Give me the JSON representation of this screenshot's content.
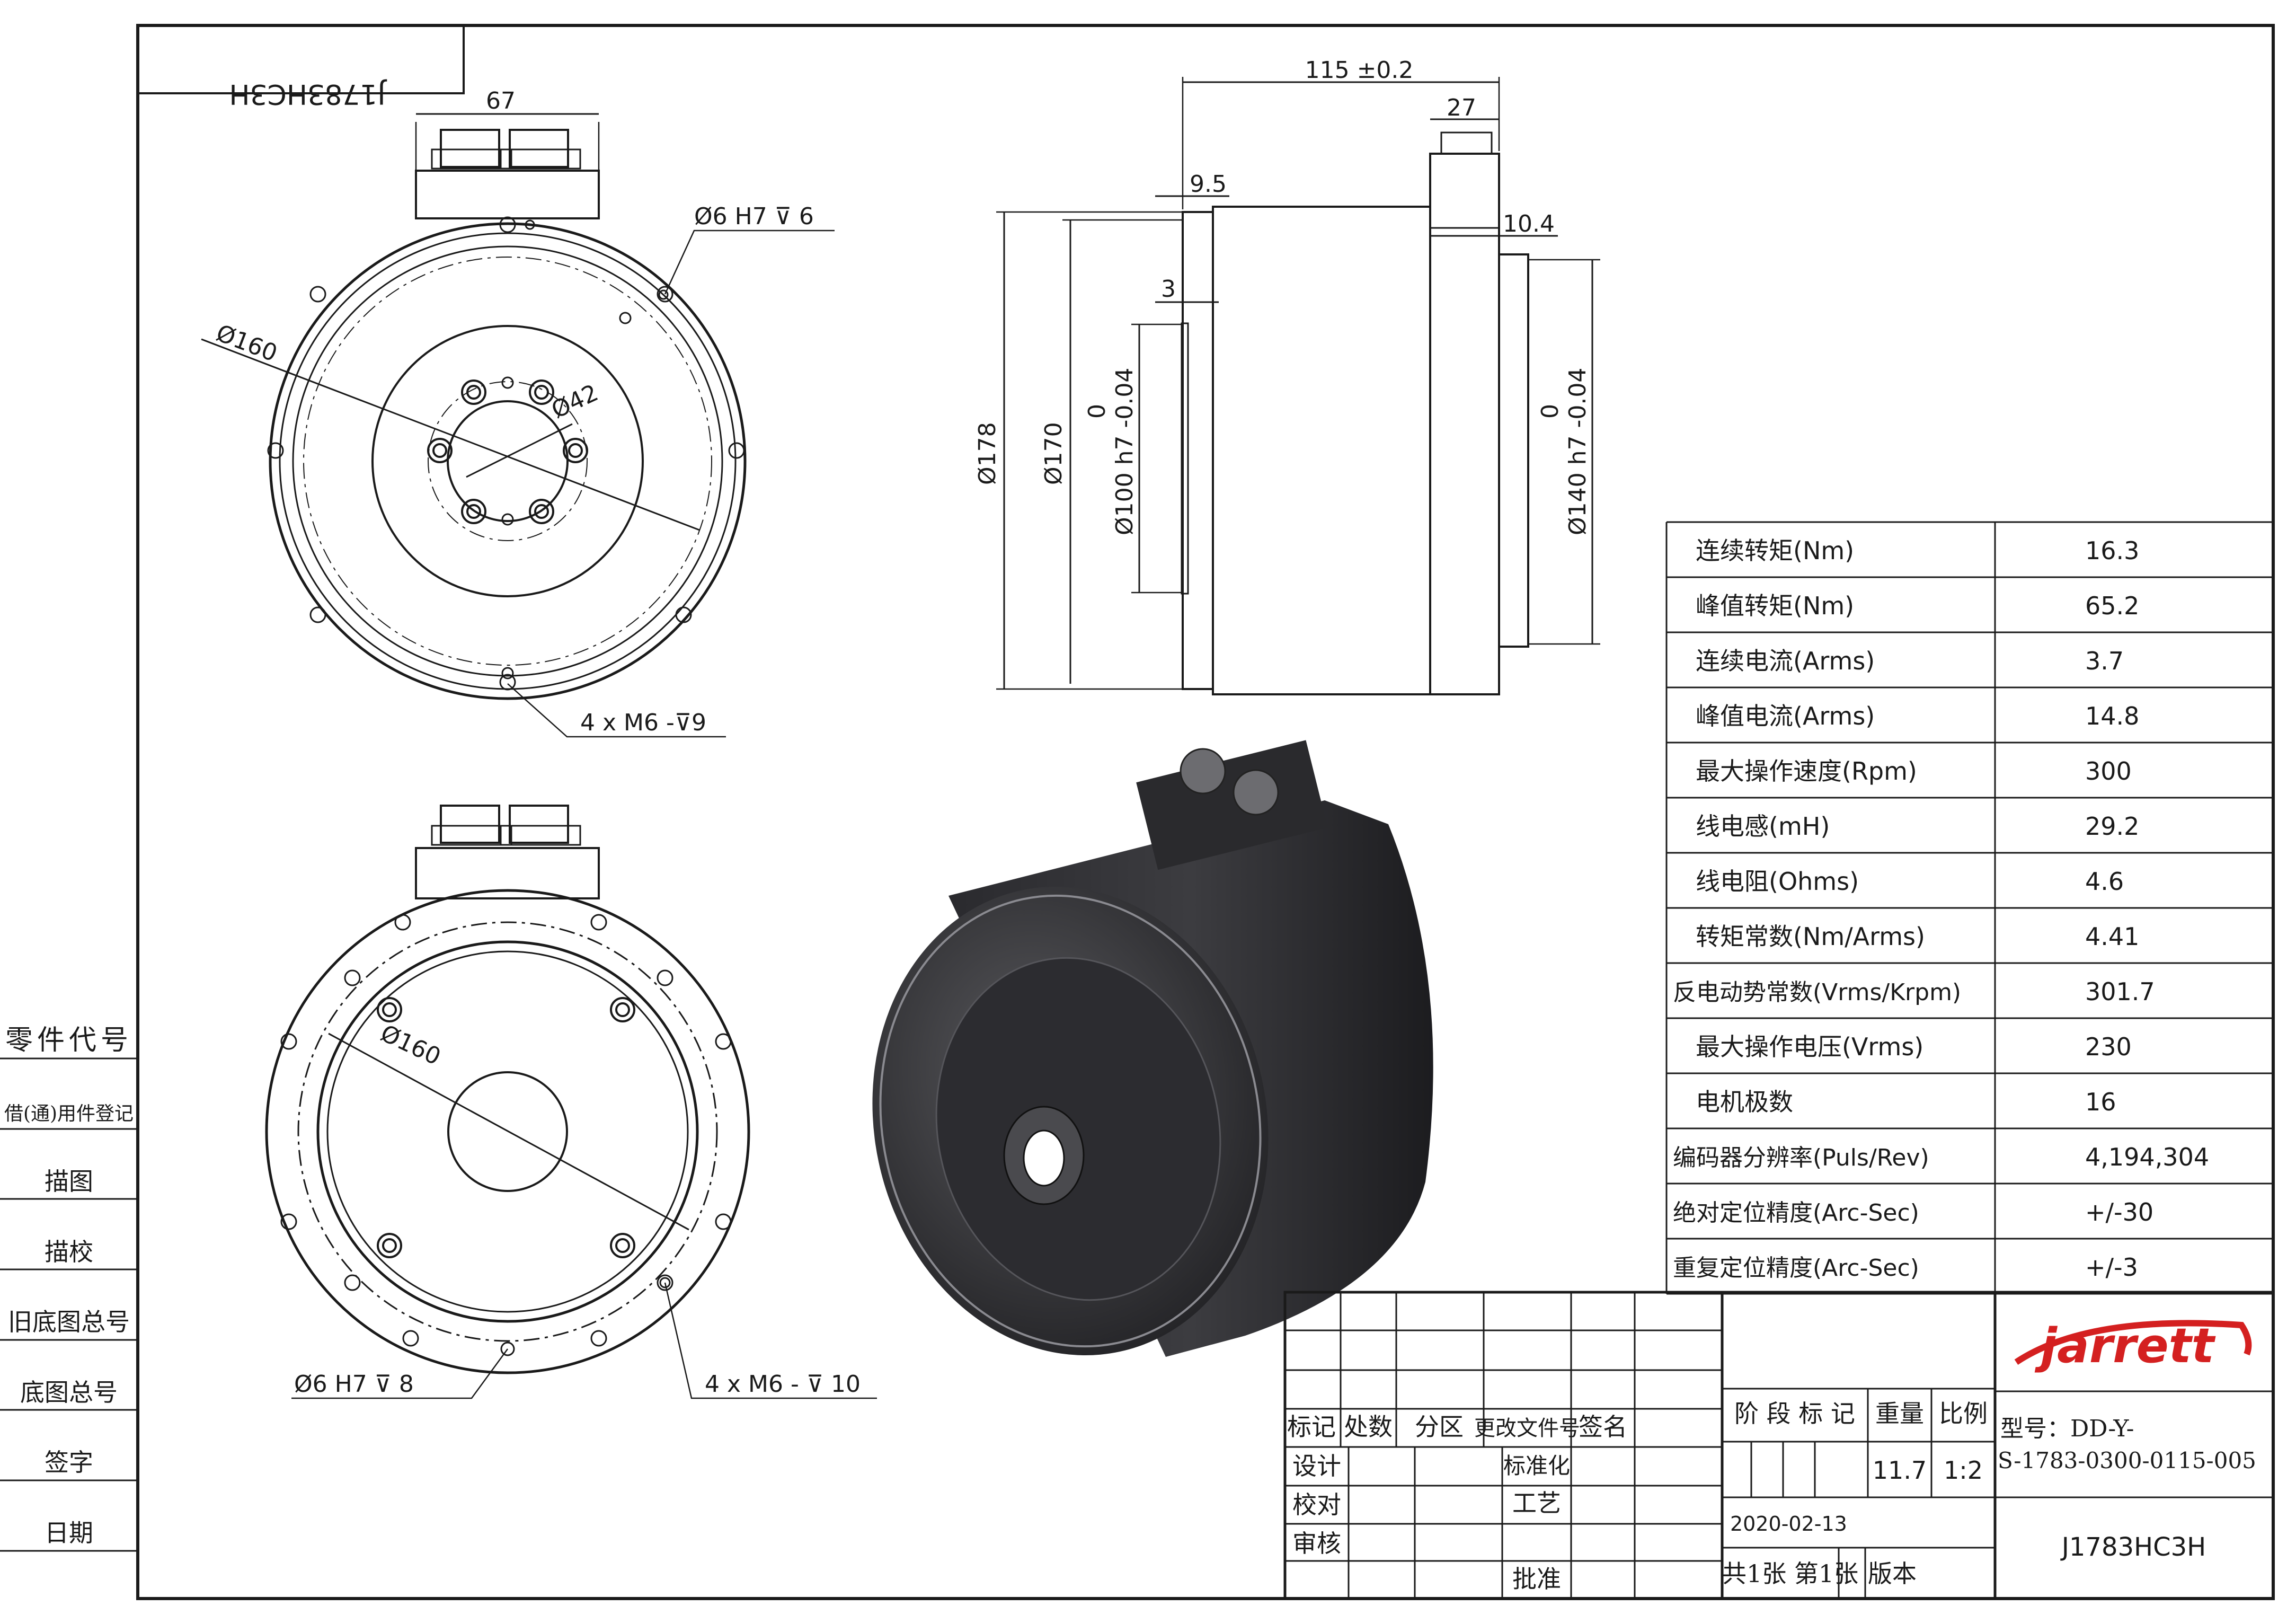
{
  "sheet": {
    "mirrored_label": "J1783HC3H",
    "drawing_number": "J1783HC3H",
    "model_label": "型号：DD-Y-",
    "model_value": "S-1783-0300-0115-005",
    "date": "2020-02-13",
    "weight": "11.7",
    "scale": "1:2",
    "sheets": "共1张 第1张",
    "version": "版本",
    "stage_mark": "阶 段 标 记",
    "weight_label": "重量",
    "scale_label": "比例",
    "logo_text": "jarrett",
    "brand_color": "#d42020"
  },
  "left_strip": [
    "零件代号",
    "借(通)用件登记",
    "描图",
    "描校",
    "旧底图总号",
    "底图总号",
    "签字",
    "日期"
  ],
  "revision_block": {
    "headers": [
      "标记",
      "处数",
      "分区",
      "更改文件号",
      "签名"
    ],
    "rows": [
      "设计",
      "校对",
      "审核"
    ],
    "right_labels": [
      "标准化",
      "工艺",
      "批准"
    ]
  },
  "dimensions": {
    "front_top": [
      "67",
      "Ø160",
      "Ø42",
      "Ø6  H7 ⊽ 6",
      "4 x  M6 -⊽9"
    ],
    "front_bottom": [
      "Ø160",
      "Ø6  H7  ⊽ 8",
      "4 x  M6 - ⊽ 10"
    ],
    "side": {
      "overall_length": "115 ±0.2",
      "connector_width": "27",
      "flange_thickness": "9.5",
      "step": "3",
      "rear_step": "10.4",
      "dia_178": "Ø178",
      "dia_170": "Ø170",
      "dia_100_tol_top": "0",
      "dia_100": "Ø100 h7 -0.04",
      "dia_140_tol_top": "0",
      "dia_140": "Ø140 h7 -0.04"
    }
  },
  "spec_table": {
    "rows": [
      {
        "label": "连续转矩(Nm)",
        "value": "16.3"
      },
      {
        "label": "峰值转矩(Nm)",
        "value": "65.2"
      },
      {
        "label": "连续电流(Arms)",
        "value": "3.7"
      },
      {
        "label": "峰值电流(Arms)",
        "value": "14.8"
      },
      {
        "label": "最大操作速度(Rpm)",
        "value": "300"
      },
      {
        "label": "线电感(mH)",
        "value": "29.2"
      },
      {
        "label": "线电阻(Ohms)",
        "value": "4.6"
      },
      {
        "label": "转矩常数(Nm/Arms)",
        "value": "4.41"
      },
      {
        "label": "反电动势常数(Vrms/Krpm)",
        "value": "301.7"
      },
      {
        "label": "最大操作电压(Vrms)",
        "value": "230"
      },
      {
        "label": "电机极数",
        "value": "16"
      },
      {
        "label": "编码器分辨率(Puls/Rev)",
        "value": "4,194,304"
      },
      {
        "label": "绝对定位精度(Arc-Sec)",
        "value": "+/-30"
      },
      {
        "label": "重复定位精度(Arc-Sec)",
        "value": "+/-3"
      }
    ]
  }
}
